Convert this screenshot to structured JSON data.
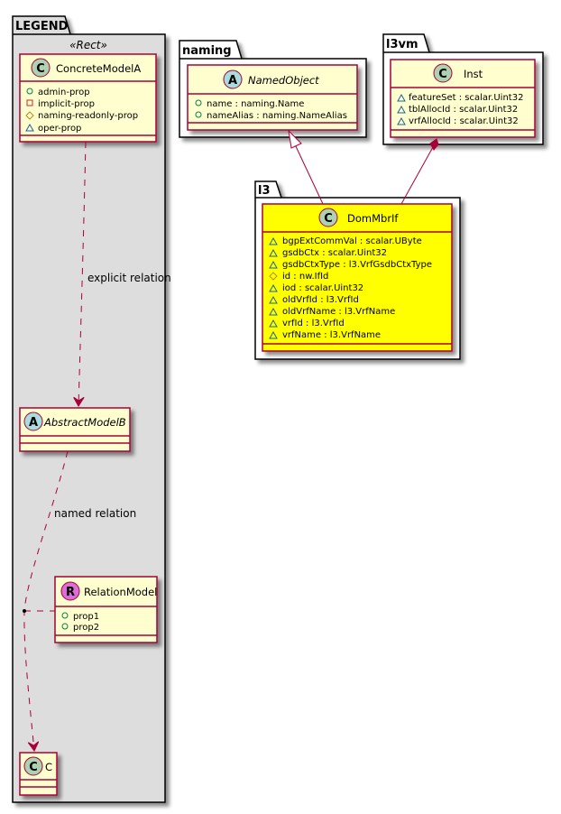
{
  "colors": {
    "class_fill": "#FEFECE",
    "class_border": "#A80036",
    "highlight_fill": "#FFFF00",
    "legend_fill": "#DDDDDD",
    "class_spot": "#ADD1B2",
    "abstract_spot": "#A9DCDF",
    "relation_spot": "#DA70D6",
    "public_icon": "#038048",
    "private_icon": "#C82930",
    "protected_icon": "#B38D22",
    "package_icon": "#1963A0"
  },
  "packages": {
    "legend": {
      "label": "LEGEND",
      "stereotype": "«Rect»"
    },
    "naming": {
      "label": "naming"
    },
    "l3vm": {
      "label": "l3vm"
    },
    "l3": {
      "label": "l3"
    }
  },
  "classes": {
    "concrete_model_a": {
      "spot": "C",
      "name": "ConcreteModelA",
      "attributes": [
        {
          "visibility": "public",
          "text": "admin-prop"
        },
        {
          "visibility": "private",
          "text": "implicit-prop"
        },
        {
          "visibility": "protected",
          "text": "naming-readonly-prop"
        },
        {
          "visibility": "package",
          "text": "oper-prop"
        }
      ]
    },
    "abstract_model_b": {
      "spot": "A",
      "name": "AbstractModelB"
    },
    "relation_model": {
      "spot": "R",
      "name": "RelationModel",
      "attributes": [
        {
          "visibility": "public",
          "text": "prop1"
        },
        {
          "visibility": "public",
          "text": "prop2"
        }
      ]
    },
    "c": {
      "spot": "C",
      "name": "C"
    },
    "named_object": {
      "spot": "A",
      "name": "NamedObject",
      "attributes": [
        {
          "visibility": "public",
          "text": "name : naming.Name"
        },
        {
          "visibility": "public",
          "text": "nameAlias : naming.NameAlias"
        }
      ]
    },
    "inst": {
      "spot": "C",
      "name": "Inst",
      "attributes": [
        {
          "visibility": "package",
          "text": "featureSet : scalar.Uint32"
        },
        {
          "visibility": "package",
          "text": "tblAllocId : scalar.Uint32"
        },
        {
          "visibility": "package",
          "text": "vrfAllocId : scalar.Uint32"
        }
      ]
    },
    "dom_mbr_if": {
      "spot": "C",
      "name": "DomMbrIf",
      "attributes": [
        {
          "visibility": "package",
          "text": "bgpExtCommVal : scalar.UByte"
        },
        {
          "visibility": "package",
          "text": "gsdbCtx : scalar.Uint32"
        },
        {
          "visibility": "package",
          "text": "gsdbCtxType : l3.VrfGsdbCtxType"
        },
        {
          "visibility": "protected",
          "text": "id : nw.IfId"
        },
        {
          "visibility": "package",
          "text": "iod : scalar.Uint32"
        },
        {
          "visibility": "package",
          "text": "oldVrfId : l3.VrfId"
        },
        {
          "visibility": "package",
          "text": "oldVrfName : l3.VrfName"
        },
        {
          "visibility": "package",
          "text": "vrfId : l3.VrfId"
        },
        {
          "visibility": "package",
          "text": "vrfName : l3.VrfName"
        }
      ]
    }
  },
  "relations": {
    "explicit": {
      "label": "explicit relation",
      "from": "ConcreteModelA",
      "to": "AbstractModelB",
      "type": "dependency"
    },
    "named": {
      "label": "named relation",
      "from": "AbstractModelB",
      "to": "C",
      "type": "dependency",
      "association_class": "RelationModel"
    },
    "inheritance": {
      "from": "DomMbrIf",
      "to": "NamedObject",
      "type": "generalization"
    },
    "composition": {
      "from": "DomMbrIf",
      "to": "Inst",
      "type": "composition"
    }
  }
}
